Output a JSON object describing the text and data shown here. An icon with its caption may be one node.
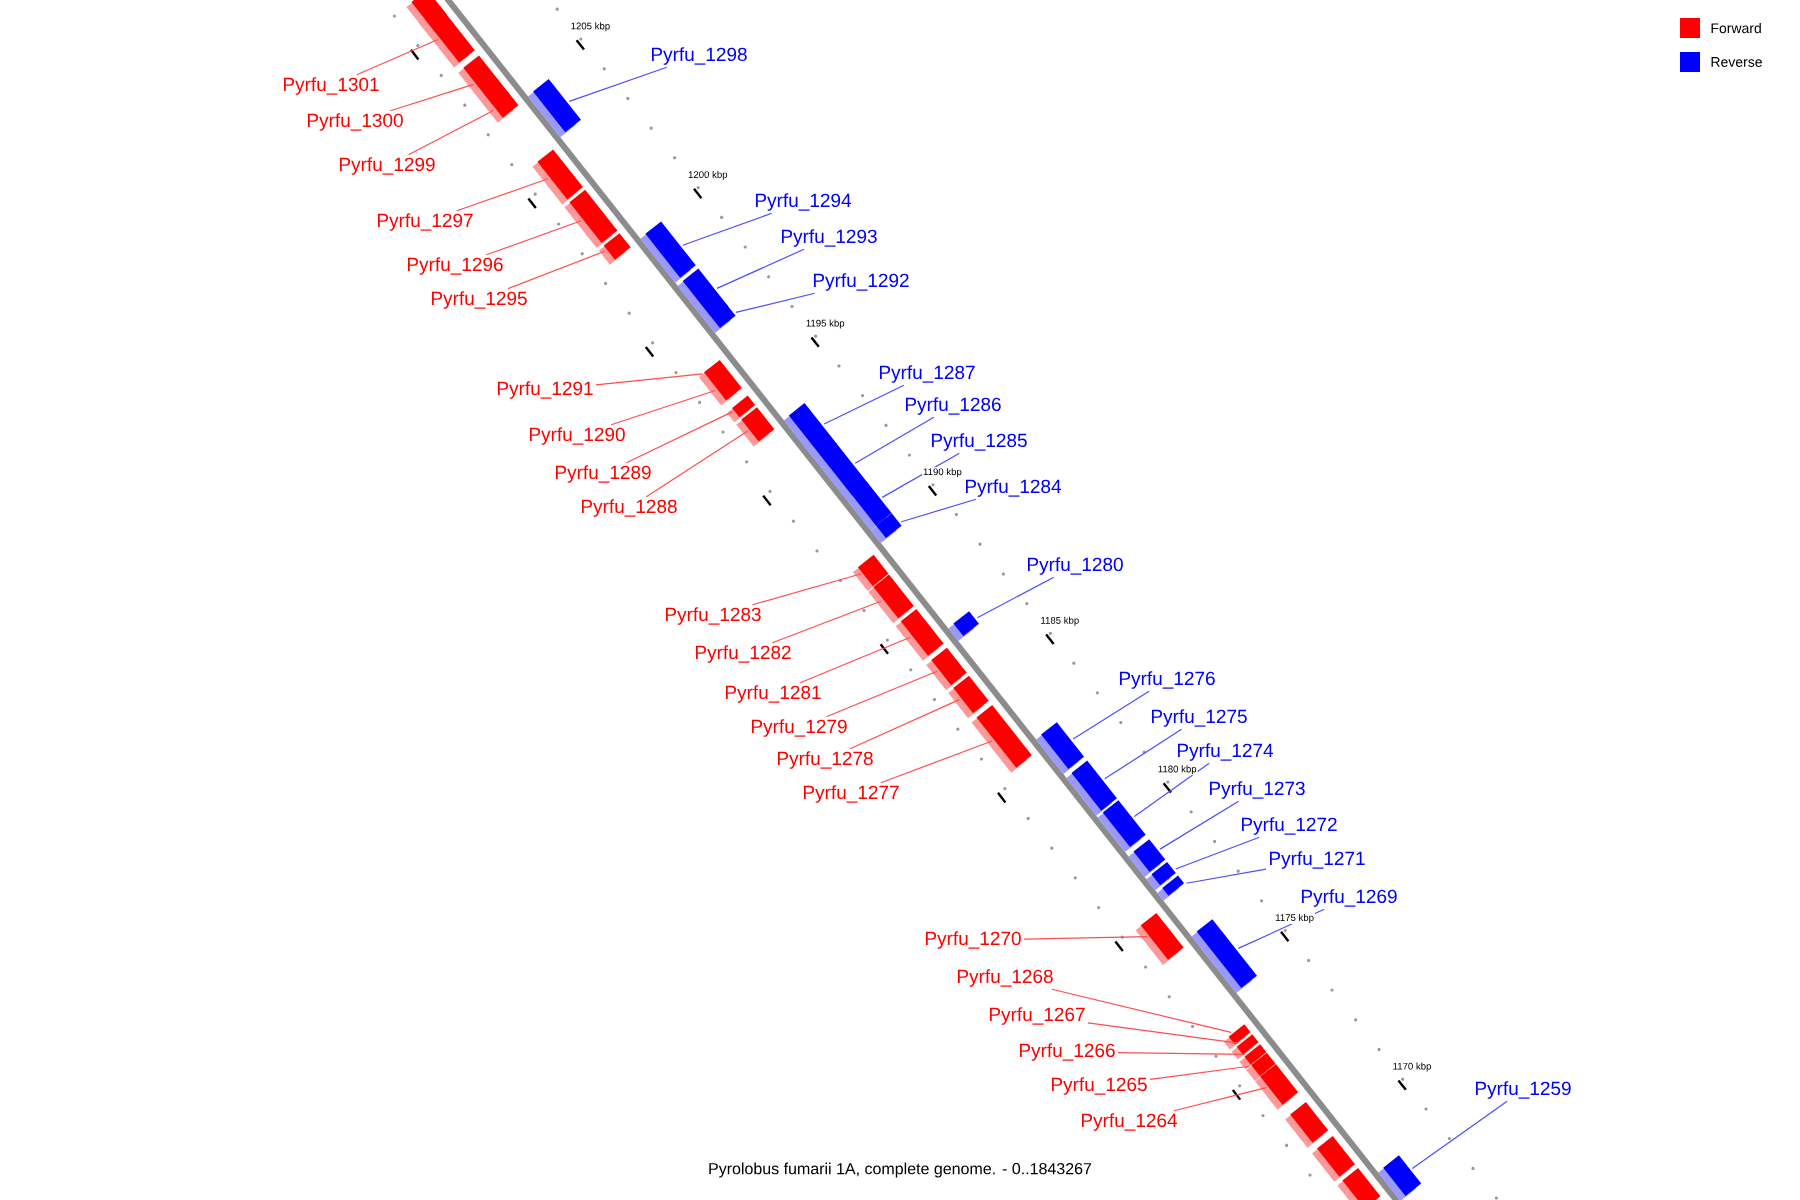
{
  "diagram": {
    "caption": "Pyrolobus fumarii 1A, complete genome. - 0..1843267",
    "nodes": [
      {
        "text": [
          "Pyrfu_1298"
        ]
      },
      {
        "text": [
          "Pyrfu_1301"
        ]
      },
      {
        "text": [
          "Pyrfu_1300"
        ]
      },
      {
        "text": [
          "Pyrfu_1299"
        ]
      },
      {
        "text": [
          "Pyrfu_1294"
        ]
      },
      {
        "text": [
          "Pyrfu_1297"
        ]
      },
      {
        "text": [
          "Pyrfu_1293"
        ]
      },
      {
        "text": [
          "Pyrfu_1296"
        ]
      },
      {
        "text": [
          "Pyrfu_1292"
        ]
      },
      {
        "text": [
          "Pyrfu_1295"
        ]
      },
      {
        "text": [
          "Pyrfu_1287"
        ]
      },
      {
        "text": [
          "Pyrfu_1291"
        ]
      },
      {
        "text": [
          "Pyrfu_1286"
        ]
      },
      {
        "text": [
          "Pyrfu_1290"
        ]
      },
      {
        "text": [
          "Pyrfu_1285"
        ]
      },
      {
        "text": [
          "Pyrfu_1289"
        ]
      },
      {
        "text": [
          "Pyrfu_1284"
        ]
      },
      {
        "text": [
          "Pyrfu_1288"
        ]
      },
      {
        "text": [
          "Pyrfu_1280"
        ]
      },
      {
        "text": [
          "Pyrfu_1283"
        ]
      },
      {
        "text": [
          "Pyrfu_1282"
        ]
      },
      {
        "text": [
          "Pyrfu_1276"
        ]
      },
      {
        "text": [
          "Pyrfu_1281"
        ]
      },
      {
        "text": [
          "Pyrfu_1275"
        ]
      },
      {
        "text": [
          "Pyrfu_1279"
        ]
      },
      {
        "text": [
          "Pyrfu_1274"
        ]
      },
      {
        "text": [
          "Pyrfu_1278"
        ]
      },
      {
        "text": [
          "Pyrfu_1273"
        ]
      },
      {
        "text": [
          "Pyrfu_1277"
        ]
      },
      {
        "text": [
          "Pyrfu_1272"
        ]
      },
      {
        "text": [
          "Pyrfu_1271"
        ]
      },
      {
        "text": [
          "Pyrfu_1269"
        ]
      },
      {
        "text": [
          "Pyrfu_1270"
        ]
      },
      {
        "text": [
          "Pyrfu_1268"
        ]
      },
      {
        "text": [
          "Pyrfu_1267"
        ]
      },
      {
        "text": [
          "Pyrfu_1266"
        ]
      },
      {
        "text": [
          "Pyrfu_1265"
        ]
      },
      {
        "text": [
          "Pyrfu_1259"
        ]
      },
      {
        "text": [
          "Pyrfu_1264"
        ]
      },
      {
        "text": [],
        "shape": "box"
      },
      {
        "text": [],
        "shape": "box"
      },
      {
        "text": [],
        "shape": "box"
      },
      {
        "text": [],
        "shape": "box"
      },
      {
        "text": [],
        "shape": "box"
      },
      {
        "text": [],
        "shape": "box"
      },
      {
        "text": [],
        "shape": "box"
      },
      {
        "text": [],
        "shape": "box"
      },
      {
        "text": [],
        "shape": "box"
      },
      {
        "text": [],
        "shape": "box"
      },
      {
        "text": [],
        "shape": "box"
      },
      {
        "text": [],
        "shape": "box"
      },
      {
        "text": [],
        "shape": "box"
      },
      {
        "text": [],
        "shape": "box"
      },
      {
        "text": [],
        "shape": "box"
      },
      {
        "text": [],
        "shape": "box"
      },
      {
        "text": [],
        "shape": "box"
      },
      {
        "text": [],
        "shape": "box"
      },
      {
        "text": [],
        "shape": "box"
      },
      {
        "text": [],
        "shape": "box"
      },
      {
        "text": [],
        "shape": "box"
      },
      {
        "text": [],
        "shape": "box"
      },
      {
        "text": [],
        "shape": "box"
      },
      {
        "text": [],
        "shape": "box"
      },
      {
        "text": [],
        "shape": "box"
      },
      {
        "text": [],
        "shape": "box"
      },
      {
        "text": [],
        "shape": "box"
      },
      {
        "text": [],
        "shape": "box"
      },
      {
        "text": [],
        "shape": "box"
      },
      {
        "text": [],
        "shape": "box"
      },
      {
        "text": [],
        "shape": "box"
      },
      {
        "text": [],
        "shape": "box"
      },
      {
        "text": [],
        "shape": "box"
      },
      {
        "text": [],
        "shape": "box"
      },
      {
        "text": [],
        "shape": "box"
      },
      {
        "text": [],
        "shape": "box"
      },
      {
        "text": [],
        "shape": "box"
      },
      {
        "text": [],
        "shape": "box"
      },
      {
        "text": [],
        "shape": "box"
      },
      {
        "text": [],
        "shape": "box"
      },
      {
        "text": [],
        "shape": "box"
      },
      {
        "text": [],
        "shape": "box"
      },
      {
        "text": [],
        "shape": "box"
      }
    ],
    "edges": [
      {
        "from": 0,
        "to": 43,
        "arrow": "none",
        "color": "#4d4dff"
      },
      {
        "from": 1,
        "to": 40,
        "arrow": "none"
      },
      {
        "from": 2,
        "to": 41,
        "arrow": "none"
      },
      {
        "from": 3,
        "to": 42,
        "arrow": "none"
      },
      {
        "from": 4,
        "to": 47,
        "arrow": "none",
        "color": "#4d4dff"
      },
      {
        "from": 5,
        "to": 44,
        "arrow": "none"
      },
      {
        "from": 6,
        "to": 48,
        "arrow": "none",
        "color": "#4d4dff"
      },
      {
        "from": 7,
        "to": 45,
        "arrow": "none"
      },
      {
        "from": 8,
        "to": 49,
        "arrow": "none",
        "color": "#4d4dff"
      },
      {
        "from": 9,
        "to": 46,
        "arrow": "none"
      },
      {
        "from": 10,
        "to": 54,
        "arrow": "none",
        "color": "#4d4dff"
      },
      {
        "from": 11,
        "to": 50,
        "arrow": "none"
      },
      {
        "from": 12,
        "to": 55,
        "arrow": "none",
        "color": "#4d4dff"
      },
      {
        "from": 13,
        "to": 51,
        "arrow": "none"
      },
      {
        "from": 14,
        "to": 56,
        "arrow": "none",
        "color": "#4d4dff"
      },
      {
        "from": 15,
        "to": 52,
        "arrow": "none"
      },
      {
        "from": 16,
        "to": 57,
        "arrow": "none",
        "color": "#4d4dff"
      },
      {
        "from": 17,
        "to": 53,
        "arrow": "none"
      },
      {
        "from": 18,
        "to": 61,
        "arrow": "none",
        "color": "#4d4dff"
      },
      {
        "from": 19,
        "to": 58,
        "arrow": "none"
      },
      {
        "from": 20,
        "to": 59,
        "arrow": "none"
      },
      {
        "from": 21,
        "to": 65,
        "arrow": "none",
        "color": "#4d4dff"
      },
      {
        "from": 22,
        "to": 60,
        "arrow": "none"
      },
      {
        "from": 23,
        "to": 66,
        "arrow": "none",
        "color": "#4d4dff"
      },
      {
        "from": 24,
        "to": 62,
        "arrow": "none"
      },
      {
        "from": 25,
        "to": 67,
        "arrow": "none",
        "color": "#4d4dff"
      },
      {
        "from": 26,
        "to": 63,
        "arrow": "none"
      },
      {
        "from": 27,
        "to": 68,
        "arrow": "none",
        "color": "#4d4dff"
      },
      {
        "from": 28,
        "to": 64,
        "arrow": "none"
      },
      {
        "from": 29,
        "to": 69,
        "arrow": "none",
        "color": "#4d4dff"
      },
      {
        "from": 30,
        "to": 70,
        "arrow": "none",
        "color": "#4d4dff"
      },
      {
        "from": 31,
        "to": 72,
        "arrow": "none",
        "color": "#4d4dff"
      },
      {
        "from": 32,
        "to": 71,
        "arrow": "none"
      },
      {
        "from": 33,
        "to": 73,
        "arrow": "none"
      },
      {
        "from": 34,
        "to": 74,
        "arrow": "none"
      },
      {
        "from": 35,
        "to": 75,
        "arrow": "none"
      },
      {
        "from": 36,
        "to": 76,
        "arrow": "none"
      },
      {
        "from": 37,
        "to": 81,
        "arrow": "none",
        "color": "#4d4dff"
      },
      {
        "from": 38,
        "to": 77,
        "arrow": "none"
      }
    ],
    "labels": [
      "1205 kbp",
      "1200 kbp",
      "1195 kbp",
      "1190 kbp",
      "1185 kbp",
      "1180 kbp",
      "1175 kbp",
      "1170 kbp"
    ],
    "legend": [
      {
        "text": "Forward",
        "color": "#ff0000"
      },
      {
        "text": "Reverse",
        "color": "#0000ff"
      }
    ]
  }
}
